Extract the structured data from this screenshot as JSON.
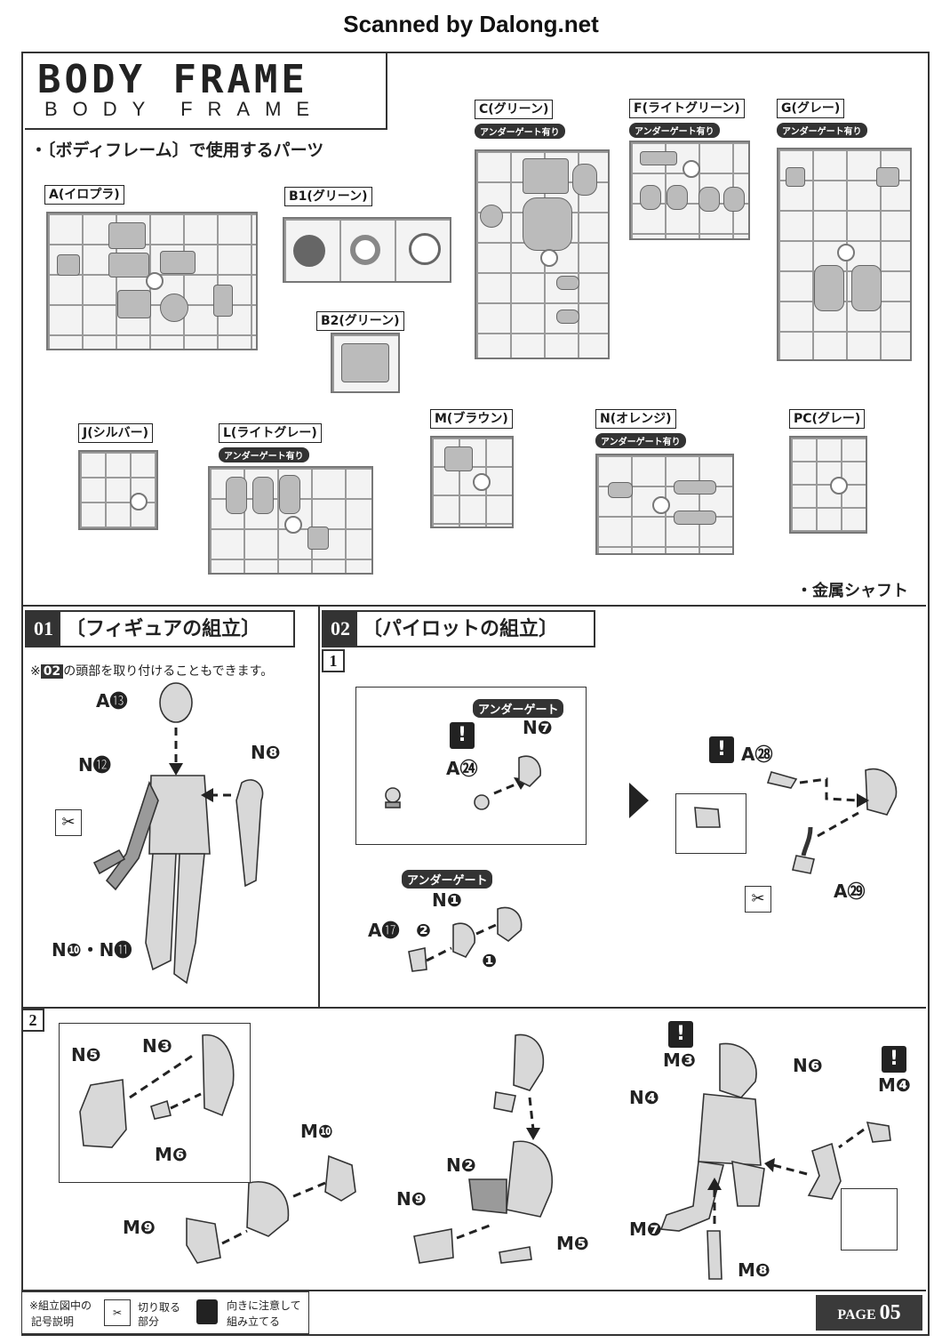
{
  "header": {
    "scanned_by": "Scanned by Dalong.net"
  },
  "title": {
    "logo": "BODY FRAME",
    "subtitle": "BODY FRAME"
  },
  "parts_heading": "・〔ボディフレーム〕で使用するパーツ",
  "undergate_tag": "アンダーゲート有り",
  "sprues": {
    "A": "A(イロプラ)",
    "B1": "B1(グリーン)",
    "B2": "B2(グリーン)",
    "C": "C(グリーン)",
    "F": "F(ライトグリーン)",
    "G": "G(グレー)",
    "J": "J(シルバー)",
    "L": "L(ライトグレー)",
    "M": "M(ブラウン)",
    "N": "N(オレンジ)",
    "PC": "PC(グレー)"
  },
  "metal_shaft": "・金属シャフト",
  "step01": {
    "number": "01",
    "title": "〔フィギュアの組立〕",
    "note_prefix": "※",
    "note_ref": "02",
    "note_text": "の頭部を取り付けることもできます。",
    "labels": {
      "a13": "A⓭",
      "n12": "N⓬",
      "n8": "N❽",
      "n10_11": "N❿・N⓫"
    }
  },
  "step02": {
    "number": "02",
    "title": "〔パイロットの組立〕",
    "substep1": "1",
    "undergate": "アンダーゲート",
    "labels": {
      "n7": "N❼",
      "a24": "A㉔",
      "n1": "N❶",
      "a17": "A⓱",
      "order2": "❷",
      "order1": "❶",
      "a28": "A㉘",
      "a29": "A㉙"
    }
  },
  "step2": {
    "substep": "2",
    "labels": {
      "n5": "N❺",
      "n3": "N❸",
      "m6": "M❻",
      "m10": "M❿",
      "m9": "M❾",
      "n2": "N❷",
      "n9": "N❾",
      "m5": "M❺",
      "m3": "M❸",
      "n6": "N❻",
      "m4": "M❹",
      "n4": "N❹",
      "m7": "M❼",
      "m8": "M❽"
    }
  },
  "legend": {
    "title": "※組立図中の\n記号説明",
    "title_line1": "※組立図中の",
    "title_line2": "記号説明",
    "cut_line1": "切り取る",
    "cut_line2": "部分",
    "warn_line1": "向きに注意して",
    "warn_line2": "組み立てる"
  },
  "page": {
    "label": "PAGE",
    "number": "05"
  }
}
